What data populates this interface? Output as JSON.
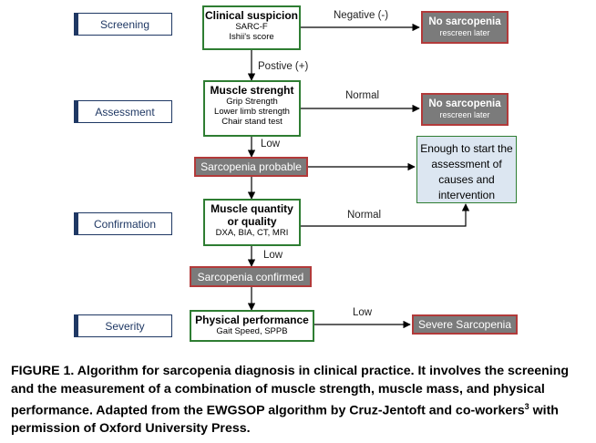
{
  "stages": {
    "screening": "Screening",
    "assessment": "Assessment",
    "confirmation": "Confirmation",
    "severity": "Severity"
  },
  "nodes": {
    "clinical": {
      "title": "Clinical suspicion",
      "lines": [
        "SARC-F",
        "Ishii's score"
      ]
    },
    "strength": {
      "title": "Muscle strenght",
      "lines": [
        "Grip Strength",
        "Lower limb strength",
        "Chair stand test"
      ]
    },
    "quantity": {
      "title_1": "Muscle quantity",
      "title_2": "or quality",
      "lines": [
        "DXA, BIA, CT, MRI"
      ]
    },
    "performance": {
      "title": "Physical performance",
      "lines": [
        "Gait Speed, SPPB"
      ]
    },
    "no_sarcopenia_1": {
      "title": "No sarcopenia",
      "sub": "rescreen later"
    },
    "no_sarcopenia_2": {
      "title": "No sarcopenia",
      "sub": "rescreen later"
    },
    "probable": "Sarcopenia probable",
    "confirmed": "Sarcopenia confirmed",
    "severe": "Severe Sarcopenia",
    "enough": "Enough to start the assessment of causes and intervention"
  },
  "edges": {
    "negative": "Negative (-)",
    "positive": "Postive (+)",
    "normal_1": "Normal",
    "low_1": "Low",
    "normal_2": "Normal",
    "low_2": "Low",
    "low_3": "Low"
  },
  "caption": {
    "text": "FIGURE 1. Algorithm for sarcopenia diagnosis in clinical practice. It involves the screening and the measurement of a combination of muscle strength, muscle mass, and physical performance. Adapted from the EWGSOP algorithm by Cruz-Jentoft and co-workers",
    "ref": "3",
    "tail": " with permission of Oxford University Press."
  },
  "colors": {
    "stage_border": "#1f3864",
    "box_border": "#2e7d32",
    "red_border": "#b23a3a",
    "grey_fill": "#7b7b7b",
    "blue_fill": "#dce6f1"
  }
}
